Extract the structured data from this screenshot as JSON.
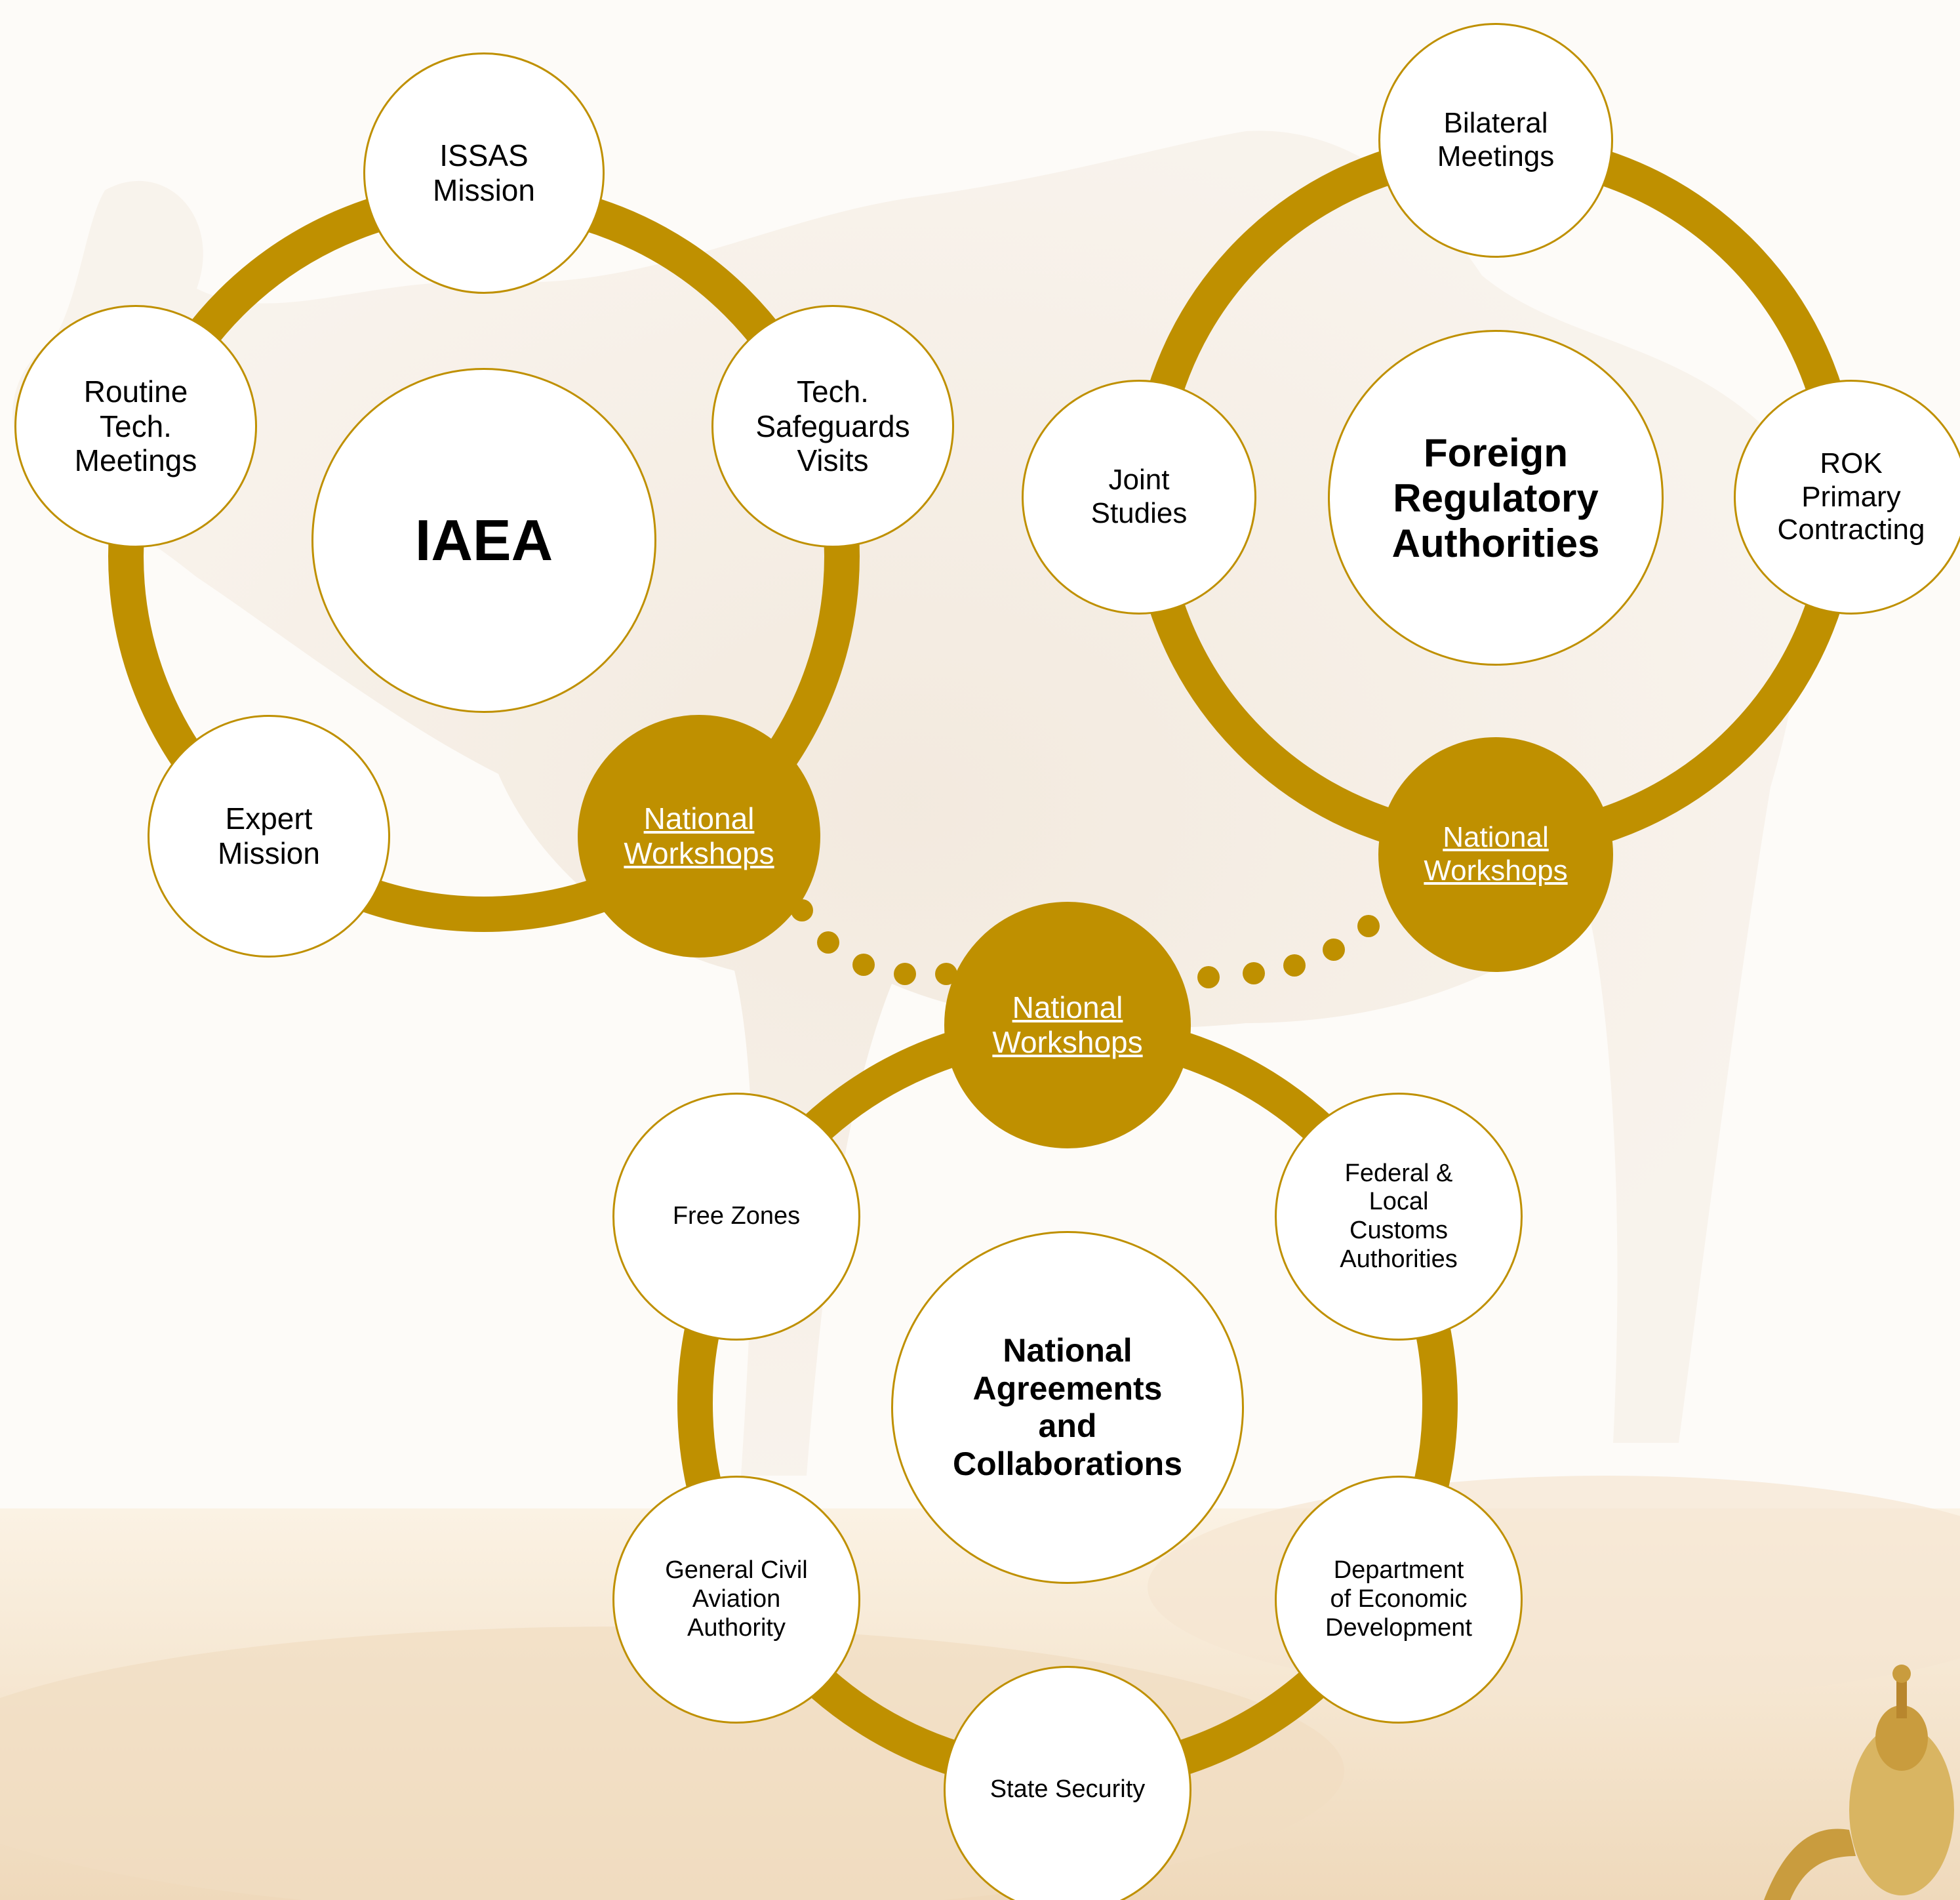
{
  "colors": {
    "accent": "#bf9000",
    "node_fill": "#ffffff",
    "text": "#000000",
    "hub_text": "#ffffff"
  },
  "iaea": {
    "center": "IAEA",
    "issas": "ISSAS\nMission",
    "routine": "Routine\nTech.\nMeetings",
    "tech_safeguards": "Tech.\nSafeguards\nVisits",
    "expert": "Expert\nMission",
    "workshops": "National\nWorkshops"
  },
  "foreign": {
    "center": "Foreign\nRegulatory\nAuthorities",
    "bilateral": "Bilateral\nMeetings",
    "joint": "Joint\nStudies",
    "rok": "ROK\nPrimary\nContracting",
    "workshops": "National\nWorkshops"
  },
  "national": {
    "workshops": "National\nWorkshops",
    "center": "National\nAgreements\nand\nCollaborations",
    "free_zones": "Free Zones",
    "customs": "Federal &\nLocal\nCustoms\nAuthorities",
    "gcaa": "General Civil\nAviation\nAuthority",
    "ded": "Department\nof Economic\nDevelopment",
    "state_security": "State Security"
  }
}
